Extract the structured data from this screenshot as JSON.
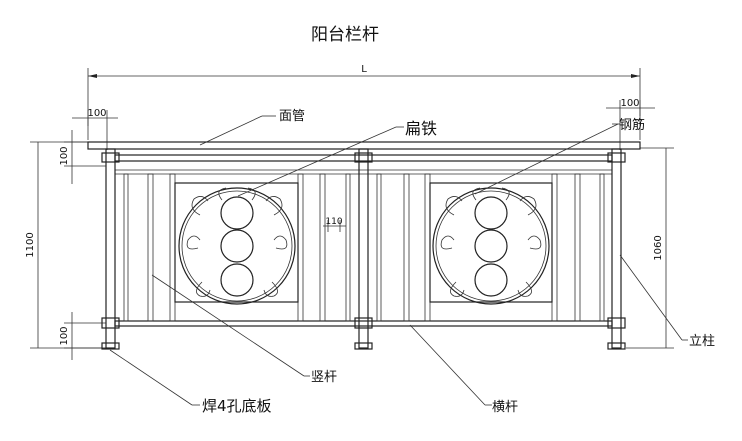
{
  "title": "阳台栏杆",
  "dims": {
    "overall_length": "L",
    "left_offset": "100",
    "right_offset": "100",
    "rail_height": "100",
    "overall_height": "1100",
    "post_height": "1060",
    "bottom_height": "100",
    "center_gap": "110"
  },
  "labels": {
    "top_rail": "面管",
    "flat_iron": "扁铁",
    "rebar": "钢筋",
    "baluster": "竖杆",
    "post": "立柱",
    "base_plate": "焊4孔底板",
    "crossbar": "横杆"
  }
}
